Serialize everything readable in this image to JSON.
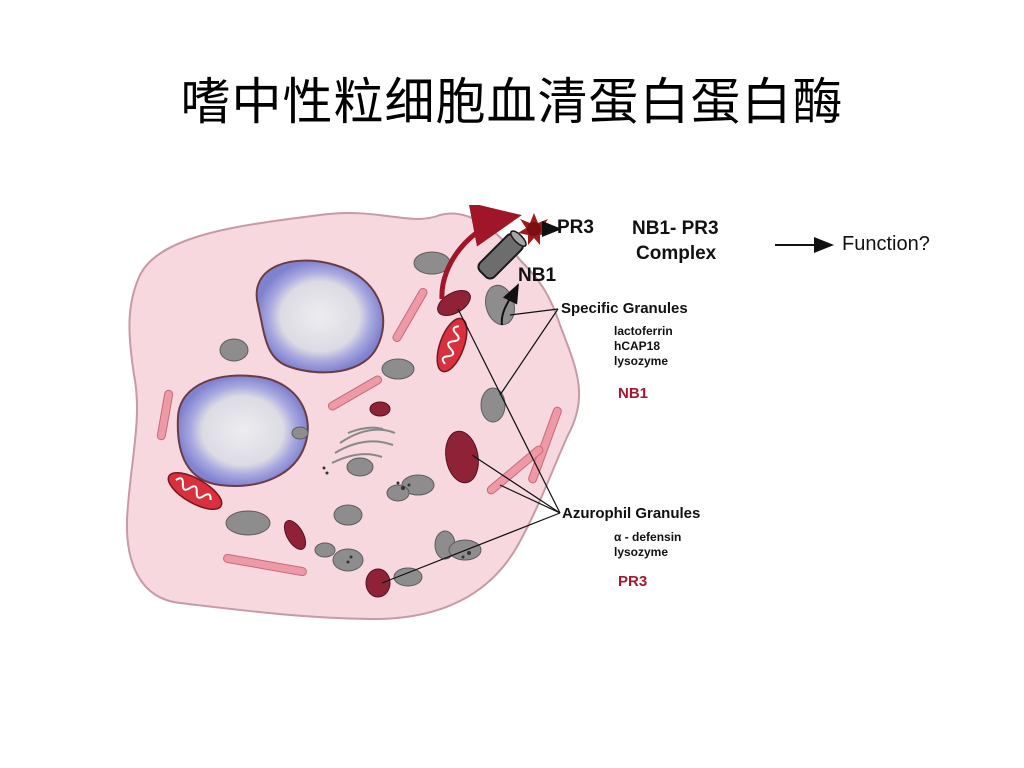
{
  "title": "嗜中性粒细胞血清蛋白蛋白酶",
  "labels": {
    "pr3_top": "PR3",
    "nb1_top": "NB1",
    "complex_line1": "NB1- PR3",
    "complex_line2": "Complex",
    "function": "Function?",
    "specific_heading": "Specific Granules",
    "specific_items": [
      "lactoferrin",
      "hCAP18",
      "lysozyme"
    ],
    "specific_marker": "NB1",
    "azurophil_heading": "Azurophil Granules",
    "azurophil_items": [
      "α - defensin",
      "lysozyme"
    ],
    "azurophil_marker": "PR3"
  },
  "colors": {
    "cell": "#f6d8de",
    "cell_edge": "#c89aa3",
    "nucleus_ring": "#8e8fd6",
    "nucleus_core": "#e8e6ec",
    "azurophil": "#8f2236",
    "specific": "#8d8d8d",
    "mito": "#d9303e",
    "rods": "#ee9aa6",
    "marker_text": "#a3192e",
    "arrow_red": "#a01628",
    "pr3_star": "#a11b1b"
  }
}
